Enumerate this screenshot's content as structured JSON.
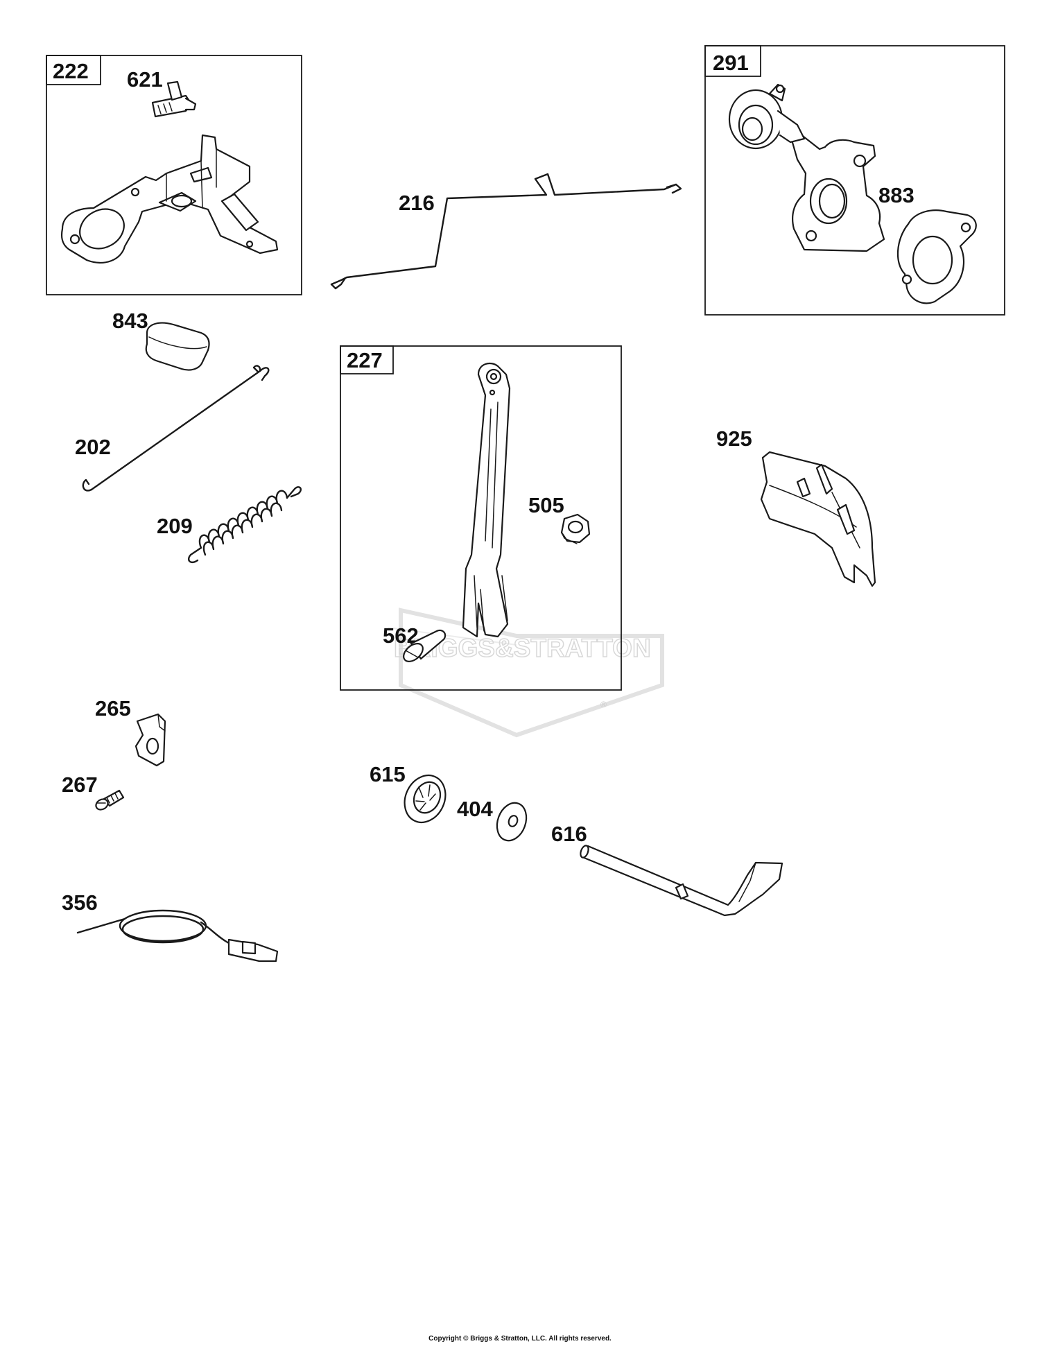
{
  "watermark": "BRIGGS&STRATTON",
  "watermark_mark": "®",
  "copyright": "Copyright © Briggs & Stratton, LLC. All rights reserved.",
  "boxes": {
    "b222": "222",
    "b291": "291",
    "b227": "227"
  },
  "labels": {
    "p621": "621",
    "p216": "216",
    "p883": "883",
    "p843": "843",
    "p202": "202",
    "p209": "209",
    "p505": "505",
    "p562": "562",
    "p925": "925",
    "p265": "265",
    "p267": "267",
    "p615": "615",
    "p404": "404",
    "p616": "616",
    "p356": "356"
  }
}
